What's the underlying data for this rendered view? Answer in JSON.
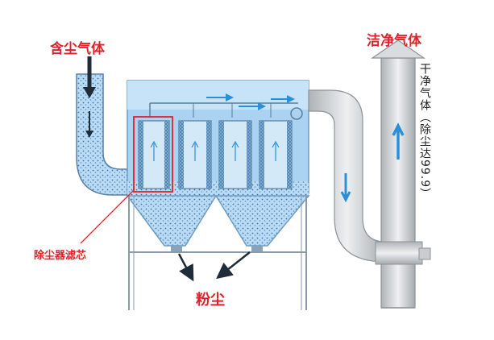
{
  "labels": {
    "dusty_gas": "含尘气体",
    "clean_gas": "洁净气体",
    "clean_gas_note": "干净气体（除尘达99.9）",
    "filter": "除尘器滤芯",
    "dust": "粉尘"
  },
  "colors": {
    "label_red": "#e0212b",
    "housing_blue": "#a9d3f0",
    "dust_blue": "#3f6fb3",
    "pipe_gray": "#cfd3d6",
    "flow_arrow": "#2a8fd9",
    "highlight_box": "#e0212b"
  }
}
